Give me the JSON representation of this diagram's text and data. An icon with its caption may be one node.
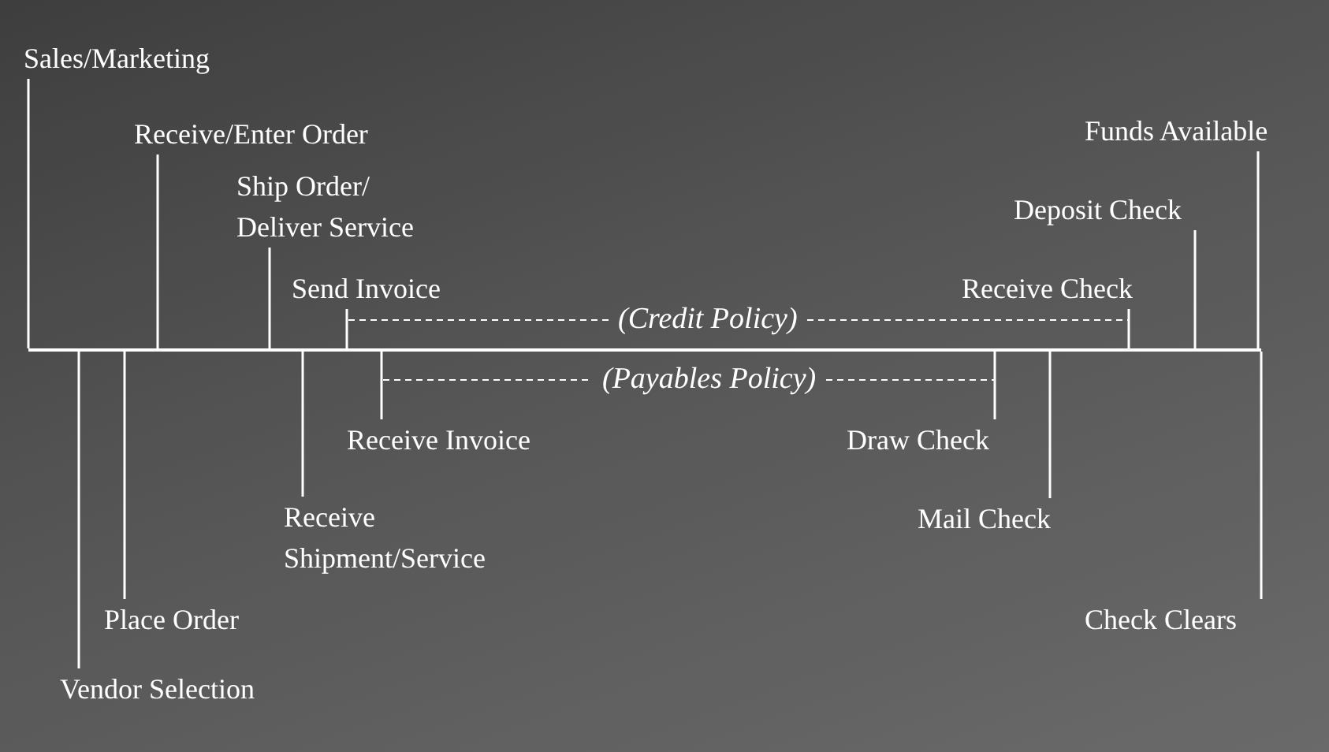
{
  "diagram": {
    "nodes": [
      {
        "text": [],
        "shape": "bar"
      },
      {
        "text": [
          "Sales/Marketing"
        ]
      },
      {
        "text": [
          "Receive/Enter Order"
        ]
      },
      {
        "text": [
          "Ship Order/ Deliver Service"
        ]
      },
      {
        "text": [
          "Send Invoice"
        ]
      },
      {
        "text": [
          "Receive Check"
        ]
      },
      {
        "text": [
          "Deposit Check"
        ]
      },
      {
        "text": [
          "Funds Available"
        ]
      },
      {
        "text": [
          "Vendor Selection"
        ]
      },
      {
        "text": [
          "Place Order"
        ]
      },
      {
        "text": [
          "Receive Shipment/Service"
        ]
      },
      {
        "text": [
          "Receive Invoice"
        ]
      },
      {
        "text": [
          "Draw Check"
        ]
      },
      {
        "text": [
          "Mail Check"
        ]
      },
      {
        "text": [
          "Check Clears"
        ]
      }
    ],
    "edges": [
      {
        "from": 1,
        "to": 0,
        "arrow": "none"
      },
      {
        "from": 2,
        "to": 0,
        "arrow": "none"
      },
      {
        "from": 3,
        "to": 0,
        "arrow": "none"
      },
      {
        "from": 4,
        "to": 0,
        "arrow": "none"
      },
      {
        "from": 5,
        "to": 0,
        "arrow": "none"
      },
      {
        "from": 6,
        "to": 0,
        "arrow": "none"
      },
      {
        "from": 7,
        "to": 0,
        "arrow": "none"
      },
      {
        "from": 8,
        "to": 0,
        "arrow": "none"
      },
      {
        "from": 9,
        "to": 0,
        "arrow": "none"
      },
      {
        "from": 10,
        "to": 0,
        "arrow": "none"
      },
      {
        "from": 11,
        "to": 0,
        "arrow": "none"
      },
      {
        "from": 12,
        "to": 0,
        "arrow": "none"
      },
      {
        "from": 13,
        "to": 0,
        "arrow": "none"
      },
      {
        "from": 14,
        "to": 0,
        "arrow": "none"
      }
    ],
    "labels": [
      "(Credit Policy)",
      "(Payables Policy)"
    ]
  }
}
